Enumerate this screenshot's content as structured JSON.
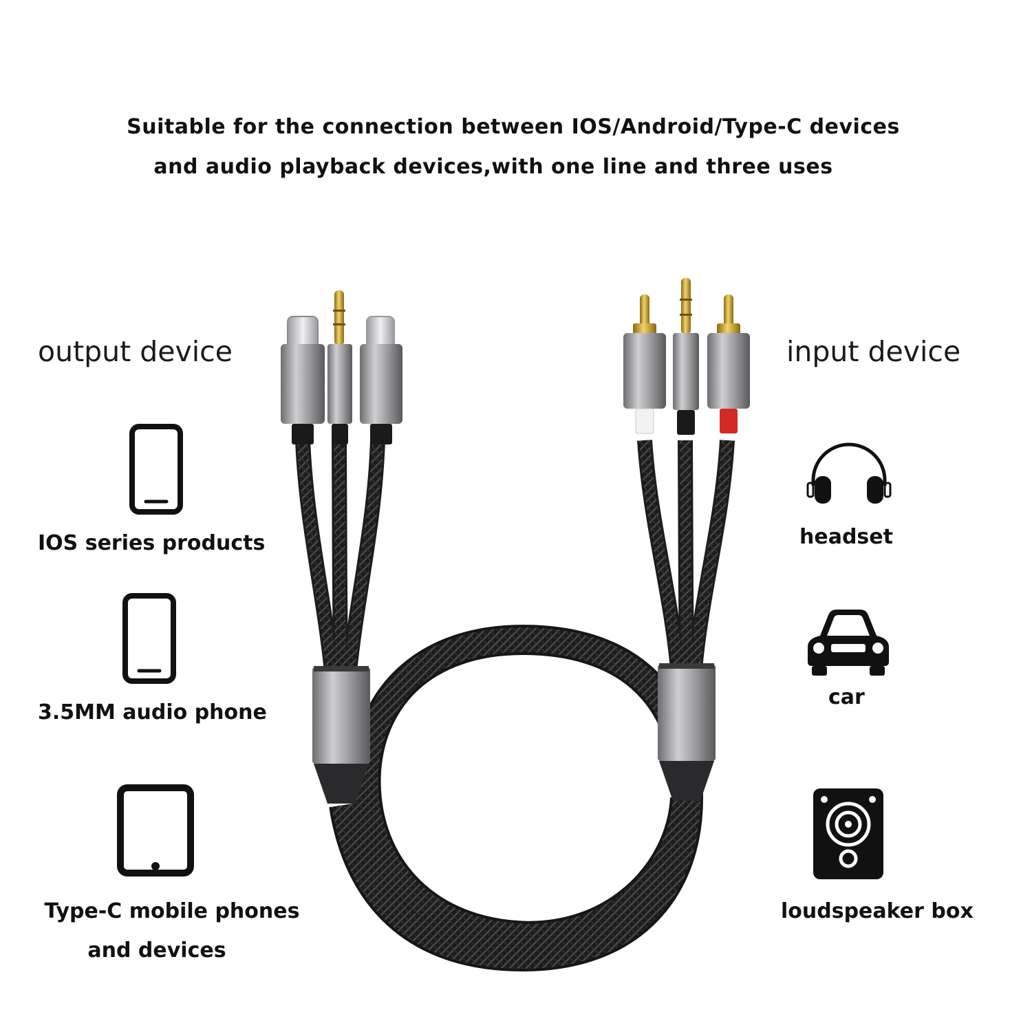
{
  "headline": {
    "line1": "Suitable for the connection between IOS/Android/Type-C devices",
    "line2": "and audio playback devices,with one line and three uses"
  },
  "output": {
    "title": "output device",
    "items": [
      {
        "icon": "smartphone-icon",
        "label": "IOS series products"
      },
      {
        "icon": "smartphone-icon",
        "label": "3.5MM audio phone"
      },
      {
        "icon": "tablet-icon",
        "label_line1": "Type-C mobile phones",
        "label_line2": "and devices"
      }
    ]
  },
  "input": {
    "title": "input device",
    "items": [
      {
        "icon": "headphones-icon",
        "label": "headset"
      },
      {
        "icon": "car-icon",
        "label": "car"
      },
      {
        "icon": "speaker-icon",
        "label": "loudspeaker box"
      }
    ]
  },
  "cable": {
    "left_connectors": [
      "type-c-plug",
      "3.5mm-jack-plug",
      "lightning-plug"
    ],
    "right_connectors": [
      "rca-plug-white",
      "3.5mm-jack-plug",
      "rca-plug-red"
    ],
    "colors": {
      "braid": "#1c1c1c",
      "aluminum": "#a9a9ab",
      "gold": "#c9a227",
      "rca_white": "#f2f2f2",
      "rca_red": "#d32a25"
    }
  }
}
